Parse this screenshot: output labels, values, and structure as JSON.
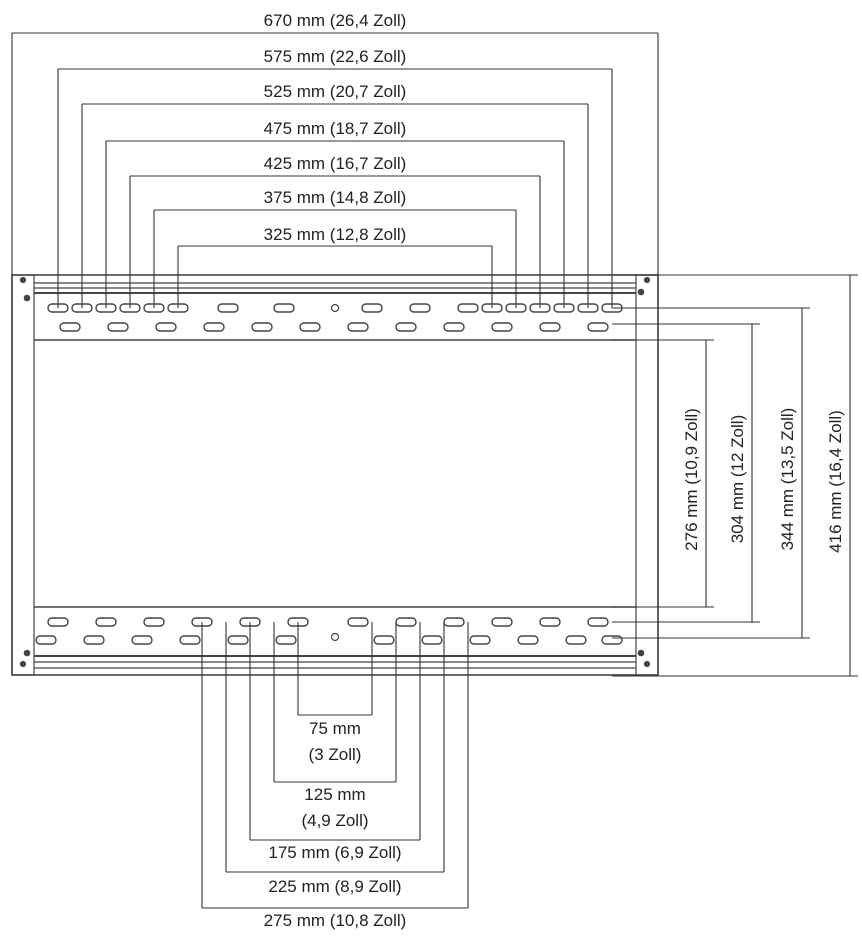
{
  "top_dimensions": [
    "670 mm (26,4 Zoll)",
    "575 mm (22,6 Zoll)",
    "525 mm (20,7 Zoll)",
    "475 mm (18,7 Zoll)",
    "425 mm (16,7 Zoll)",
    "375 mm (14,8 Zoll)",
    "325 mm (12,8 Zoll)"
  ],
  "side_dimensions": [
    "276 mm (10,9 Zoll)",
    "304 mm (12 Zoll)",
    "344 mm (13,5 Zoll)",
    "416 mm (16,4 Zoll)"
  ],
  "bottom_dimensions": [
    {
      "line1": "75 mm",
      "line2": "(3 Zoll)"
    },
    {
      "line1": "125 mm",
      "line2": "(4,9 Zoll)"
    },
    {
      "line1": "175 mm (6,9 Zoll)"
    },
    {
      "line1": "225 mm (8,9 Zoll)"
    },
    {
      "line1": "275 mm (10,8 Zoll)"
    }
  ],
  "colors": {
    "line": "#333333",
    "frame": "#444444",
    "panel": "#ffffff"
  }
}
